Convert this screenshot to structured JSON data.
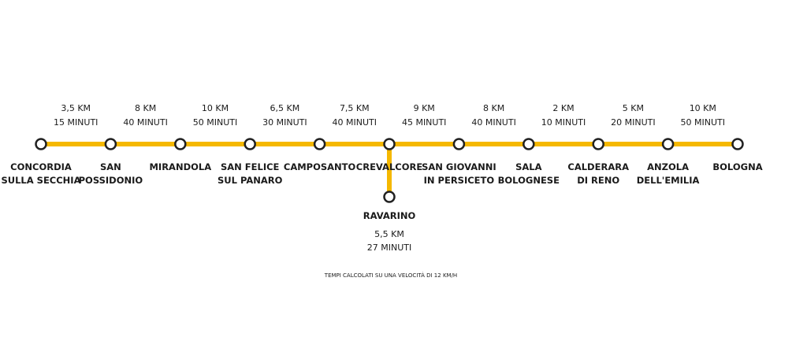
{
  "colors": {
    "line": "#f5b800",
    "stop_fill": "#ffffff",
    "stop_stroke": "#222222",
    "text": "#1a1a1a"
  },
  "stops": [
    {
      "lines": [
        "CONCORDIA",
        "SULLA SECCHIA"
      ]
    },
    {
      "lines": [
        "SAN",
        "POSSIDONIO"
      ]
    },
    {
      "lines": [
        "MIRANDOLA"
      ]
    },
    {
      "lines": [
        "SAN FELICE",
        "SUL PANARO"
      ]
    },
    {
      "lines": [
        "CAMPOSANTO"
      ]
    },
    {
      "lines": [
        "CREVALCORE"
      ]
    },
    {
      "lines": [
        "SAN GIOVANNI",
        "IN PERSICETO"
      ]
    },
    {
      "lines": [
        "SALA",
        "BOLOGNESE"
      ]
    },
    {
      "lines": [
        "CALDERARA",
        "DI RENO"
      ]
    },
    {
      "lines": [
        "ANZOLA",
        "DELL'EMILIA"
      ]
    },
    {
      "lines": [
        "BOLOGNA"
      ]
    }
  ],
  "segments": [
    {
      "distance": "3,5 KM",
      "time": "15 MINUTI"
    },
    {
      "distance": "8 KM",
      "time": "40 MINUTI"
    },
    {
      "distance": "10 KM",
      "time": "50 MINUTI"
    },
    {
      "distance": "6,5 KM",
      "time": "30 MINUTI"
    },
    {
      "distance": "7,5 KM",
      "time": "40 MINUTI"
    },
    {
      "distance": "9 KM",
      "time": "45 MINUTI"
    },
    {
      "distance": "8 KM",
      "time": "40 MINUTI"
    },
    {
      "distance": "2 KM",
      "time": "10 MINUTI"
    },
    {
      "distance": "5 KM",
      "time": "20 MINUTI"
    },
    {
      "distance": "10 KM",
      "time": "50 MINUTI"
    }
  ],
  "branch": {
    "from_stop": 5,
    "name": "RAVARINO",
    "distance": "5,5 KM",
    "time": "27 MINUTI"
  },
  "footnote": "TEMPI CALCOLATI SU UNA VELOCITÀ DI 12 KM/H"
}
